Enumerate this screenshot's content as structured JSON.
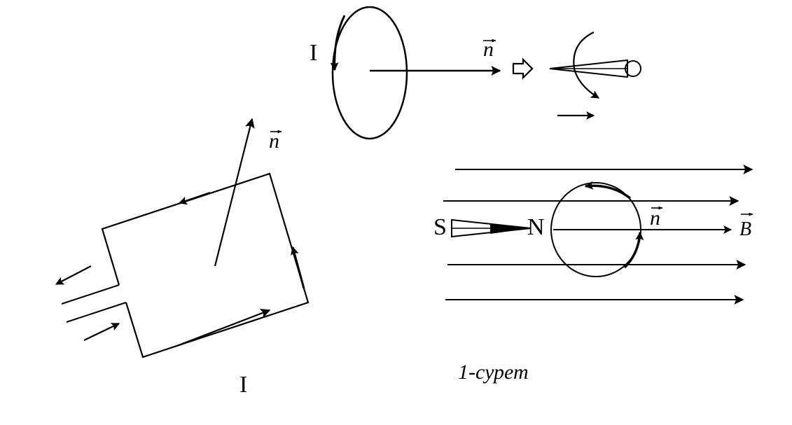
{
  "labels": {
    "loop_current": "I",
    "loop_normal": "n",
    "frame_normal": "n",
    "frame_current": "I",
    "magnet_south": "S",
    "magnet_north": "N",
    "field_normal": "n",
    "field_vector": "B",
    "caption": "1-сурет"
  },
  "colors": {
    "ink": "#000000",
    "paper": "#ffffff"
  }
}
